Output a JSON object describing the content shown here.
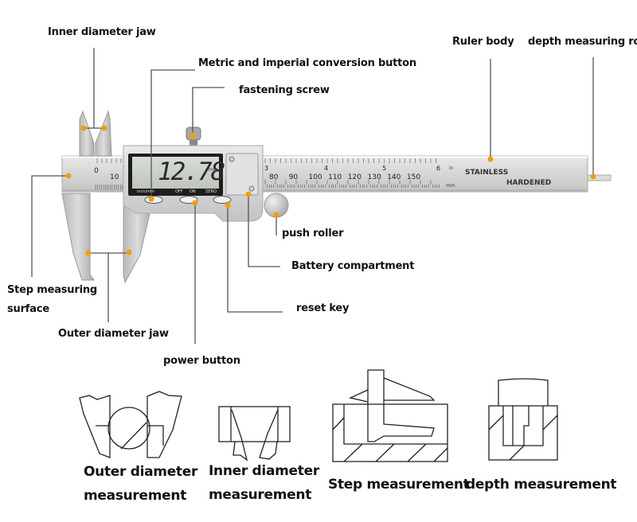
{
  "callouts": {
    "inner_jaw": "Inner diameter jaw",
    "conversion_button": "Metric and imperial conversion button",
    "fastening_screw": "fastening screw",
    "ruler_body": "Ruler body",
    "depth_rod": "depth measuring rod",
    "push_roller": "push roller",
    "battery": "Battery compartment",
    "reset_key": "reset key",
    "step_surface_line1": "Step measuring",
    "step_surface_line2": "surface",
    "outer_jaw": "Outer diameter jaw",
    "power_button": "power button"
  },
  "caliper": {
    "display_reading": "12.78",
    "display_unit": "mm",
    "button_labels": [
      "inch/mm",
      "OFF",
      "ON",
      "ZERO"
    ],
    "scale_mm_labels": [
      "0",
      "10",
      "80",
      "90",
      "100",
      "110",
      "120",
      "130",
      "140",
      "150"
    ],
    "scale_inch_labels": [
      "3",
      "4",
      "5",
      "6"
    ],
    "inch_unit": "in",
    "mm_unit": "mm",
    "stamp_line1": "STAINLESS",
    "stamp_line2": "HARDENED",
    "accent_color": "#f0a000"
  },
  "measurement_types": [
    {
      "line1": "Outer diameter",
      "line2": "measurement"
    },
    {
      "line1": "Inner diameter",
      "line2": "measurement"
    },
    {
      "line1": "Step measurement",
      "line2": ""
    },
    {
      "line1": "depth measurement",
      "line2": ""
    }
  ]
}
